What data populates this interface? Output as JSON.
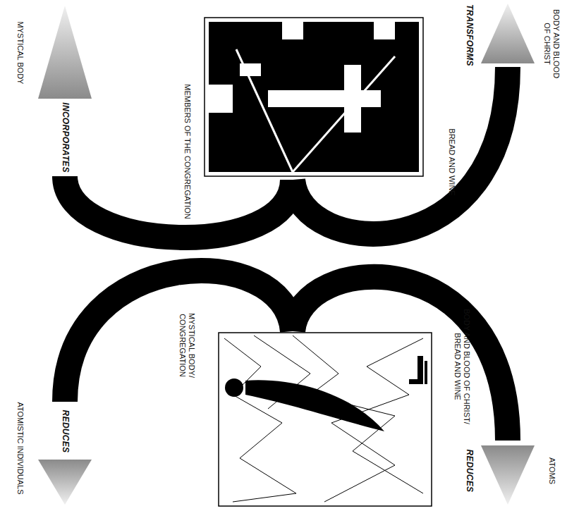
{
  "diagram": {
    "labels": [
      "MYSTICAL BODY",
      "INCORPORATES",
      "MEMBERS OF THE CONGREGATION",
      "BREAD AND WINE",
      "TRANSFORMS",
      "BODY AND BLOOD OF CHRIST",
      "MYSTICAL BODY/ CONGREGATION",
      "BODY AND BLOOD OF CHRIST/ BREAD AND WINE",
      "REDUCES",
      "ATOMISTIC INDIVIDUALS",
      "REDUCES",
      "ATOMS"
    ]
  }
}
